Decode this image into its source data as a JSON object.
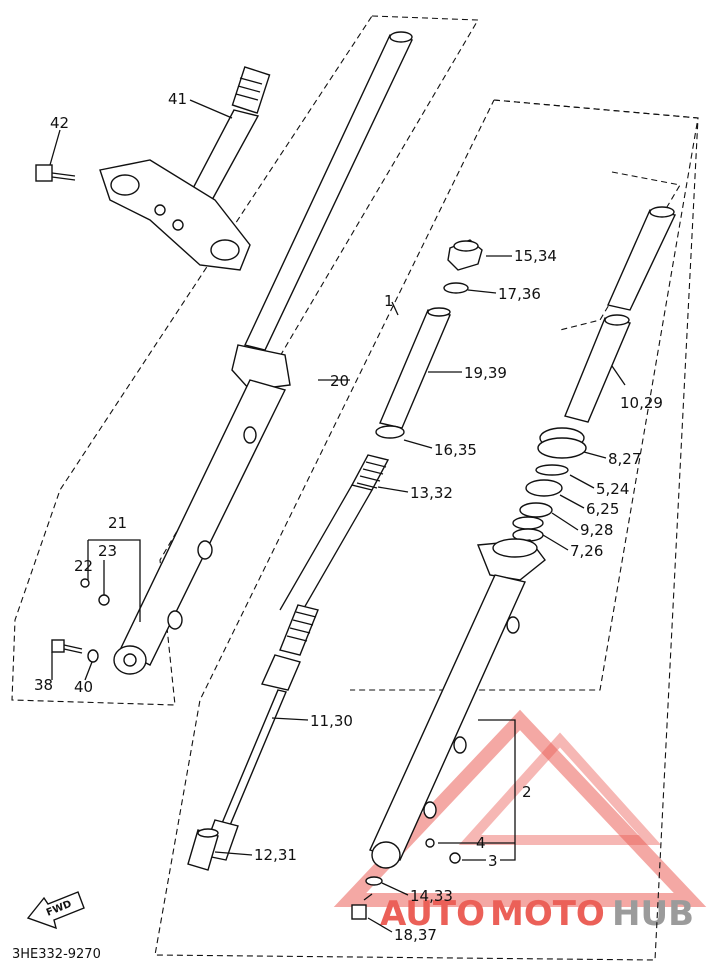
{
  "diagram_code": "3HE332-9270",
  "fwd_label": "FWD",
  "callouts": {
    "c41": "41",
    "c42": "42",
    "c20": "20",
    "c21": "21",
    "c23": "23",
    "c22": "22",
    "c38": "38",
    "c40": "40",
    "c1": "1",
    "c15_34": "15,34",
    "c17_36": "17,36",
    "c19_39": "19,39",
    "c16_35": "16,35",
    "c13_32": "13,32",
    "c11_30": "11,30",
    "c12_31": "12,31",
    "c10_29": "10,29",
    "c8_27": "8,27",
    "c5_24": "5,24",
    "c6_25": "6,25",
    "c9_28": "9,28",
    "c7_26": "7,26",
    "c2": "2",
    "c4": "4",
    "c3": "3",
    "c14_33": "14,33",
    "c18_37": "18,37"
  },
  "watermark": {
    "auto": "AUTO",
    "moto": "MOTO",
    "hub": "HUB",
    "color_red": "#e8453c",
    "color_gray": "#8a8a8a"
  }
}
